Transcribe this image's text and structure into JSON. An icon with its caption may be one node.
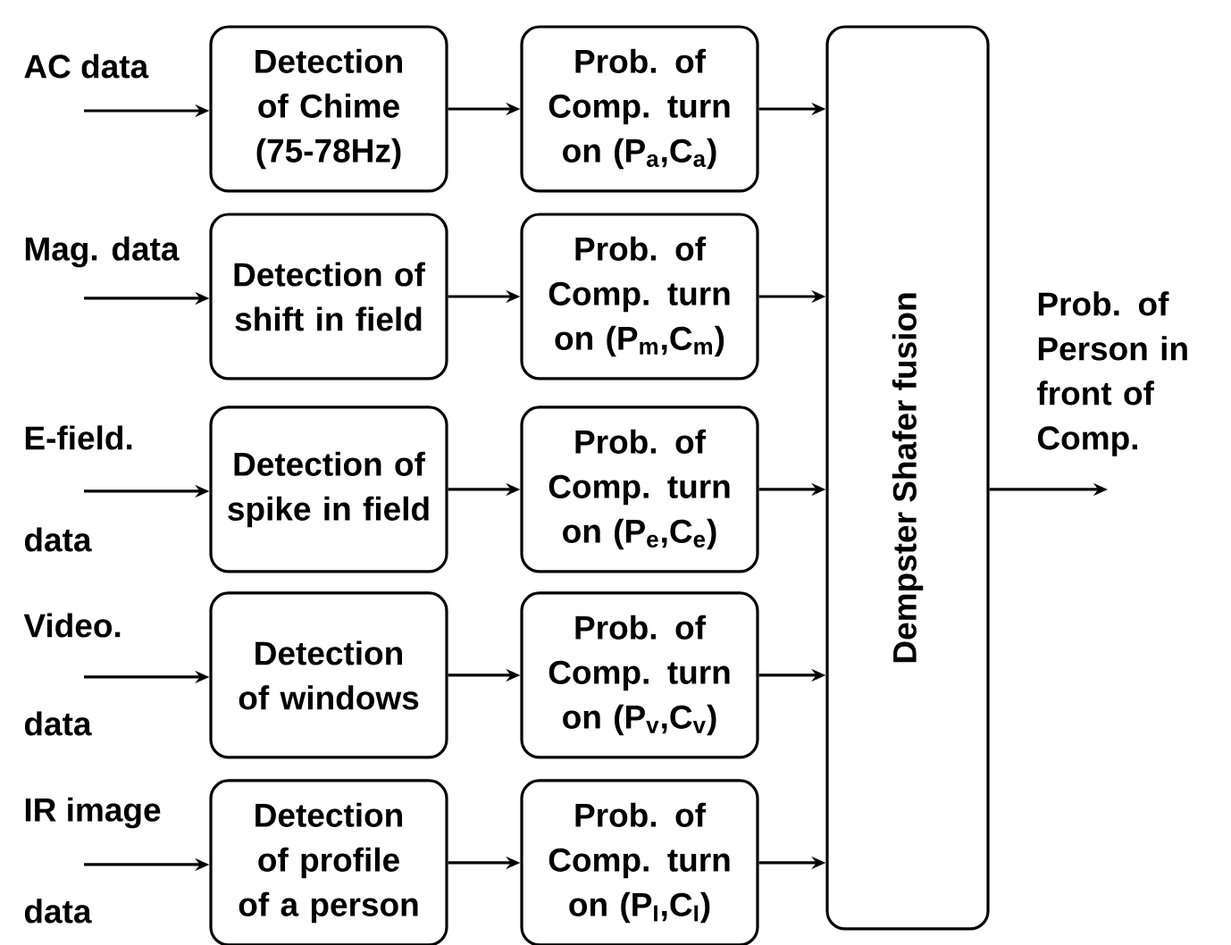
{
  "diagram": {
    "nodes": [
      {
        "text": [
          "Detection of Chime (75-78Hz)"
        ]
      },
      {
        "text": [
          "Prob. of Comp. turn on (P$_{a}$,C$_{a}$)"
        ]
      },
      {
        "text": [
          "Detection of shift in field"
        ]
      },
      {
        "text": [
          "Prob. of Comp. turn on (P$_{m}$,C$_{m}$)"
        ]
      },
      {
        "text": [
          "Detection of spike in field"
        ]
      },
      {
        "text": [
          "Prob. of Comp. turn on (P$_{e}$,C$_{e}$)"
        ]
      },
      {
        "text": [
          "Detection of windows"
        ]
      },
      {
        "text": [
          "Prob. of Comp. turn on (P$_{v}$,C$_{v}$)"
        ]
      },
      {
        "text": [
          "Detection of profile of a person"
        ]
      },
      {
        "text": [
          "Prob. of Comp. turn on (P$_{I}$,C$_{I}$)"
        ]
      },
      {
        "text": [
          "Dempster Shafer fusion"
        ]
      }
    ],
    "edges": [
      {
        "from": null,
        "to": 0,
        "arrow": "to"
      },
      {
        "from": 0,
        "to": 1,
        "arrow": "to"
      },
      {
        "from": 1,
        "to": 10,
        "arrow": "to"
      },
      {
        "from": null,
        "to": 2,
        "arrow": "to"
      },
      {
        "from": 2,
        "to": 3,
        "arrow": "to"
      },
      {
        "from": 3,
        "to": 10,
        "arrow": "to"
      },
      {
        "from": null,
        "to": 4,
        "arrow": "to"
      },
      {
        "from": 4,
        "to": 5,
        "arrow": "to"
      },
      {
        "from": 5,
        "to": 10,
        "arrow": "to"
      },
      {
        "from": null,
        "to": 6,
        "arrow": "to"
      },
      {
        "from": 6,
        "to": 7,
        "arrow": "to"
      },
      {
        "from": 7,
        "to": 10,
        "arrow": "to"
      },
      {
        "from": null,
        "to": 8,
        "arrow": "to"
      },
      {
        "from": 8,
        "to": 9,
        "arrow": "to"
      },
      {
        "from": 9,
        "to": 10,
        "arrow": "to"
      },
      {
        "from": 10,
        "to": null,
        "arrow": "to"
      }
    ],
    "labels": [
      "AC data",
      "Mag. data",
      "E-field.",
      "data",
      "Video.",
      "data",
      "IR image",
      "data",
      "Prob. of Person in front of Comp."
    ]
  }
}
